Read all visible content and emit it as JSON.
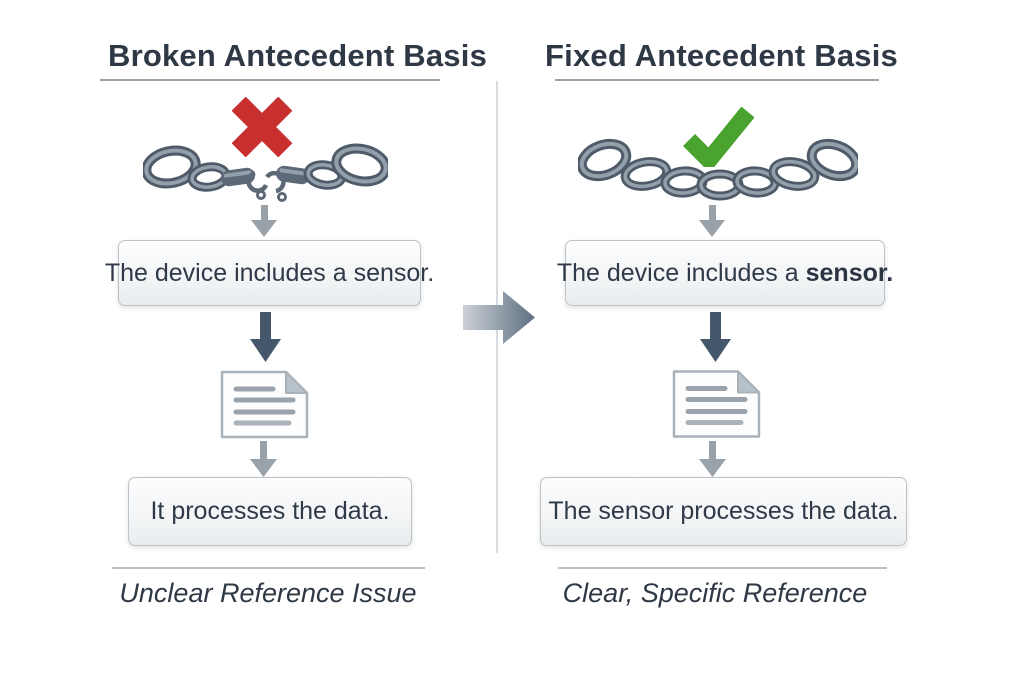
{
  "diagram": {
    "left": {
      "title": "Broken Antecedent Basis",
      "box1": "The device includes a sensor.",
      "box2": "It processes the data.",
      "caption": "Unclear Reference Issue",
      "chain_state": "broken",
      "mark": "red-x"
    },
    "right": {
      "title": "Fixed Antecedent Basis",
      "box1_prefix": "The device includes a ",
      "box1_bold": "sensor.",
      "box2": "The sensor processes the data.",
      "caption": "Clear, Specific Reference",
      "chain_state": "intact",
      "mark": "green-check"
    },
    "icons": {
      "left_mark": "red-x-icon",
      "right_mark": "green-check-icon",
      "left_chain": "broken-chain-icon",
      "right_chain": "intact-chain-icon",
      "document": "document-icon",
      "down_arrow": "arrow-down-icon",
      "transform_arrow": "arrow-right-icon"
    },
    "colors": {
      "red_x": "#c7302e",
      "green_check": "#4aa32e",
      "chain_gray": "#4f5b68",
      "arrow_gray": "#99a1a9",
      "arrow_dark": "#45576b",
      "title_text": "#2f3845",
      "box_border": "#bcc2c8",
      "divider": "#d8dcdf",
      "background": "#ffffff"
    }
  }
}
